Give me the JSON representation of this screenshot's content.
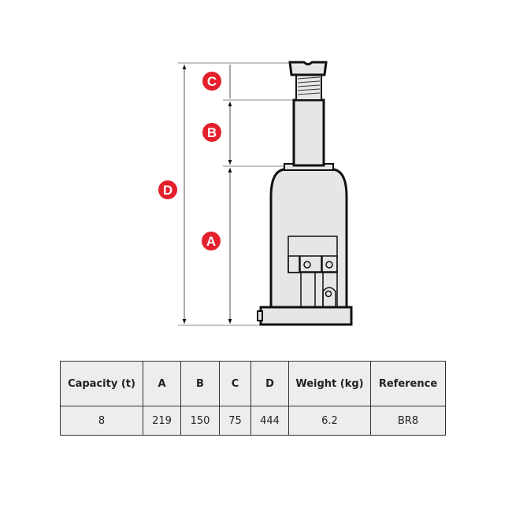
{
  "diagram": {
    "labels": {
      "a": "A",
      "b": "B",
      "c": "C",
      "d": "D"
    },
    "accent": "#e3202b"
  },
  "table": {
    "headers": [
      "Capacity (t)",
      "A",
      "B",
      "C",
      "D",
      "Weight (kg)",
      "Reference"
    ],
    "rows": [
      [
        "8",
        "219",
        "150",
        "75",
        "444",
        "6.2",
        "BR8"
      ]
    ]
  }
}
